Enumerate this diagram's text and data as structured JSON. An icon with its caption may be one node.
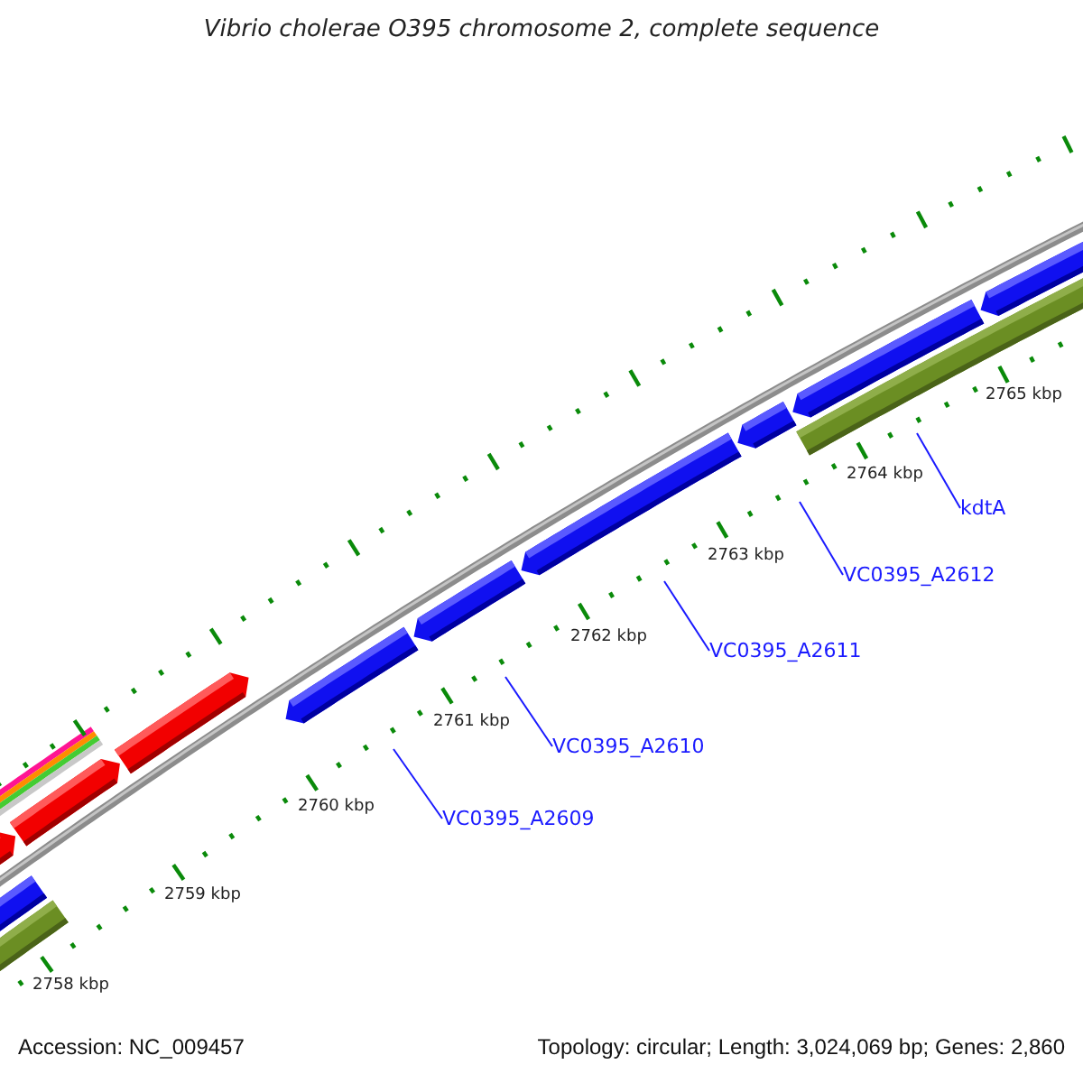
{
  "diagram": {
    "title": "Vibrio cholerae O395 chromosome 2, complete sequence",
    "nodes": [
      {
        "text": [
          "VC0395_A2609"
        ]
      },
      {
        "text": [
          "VC0395_A2610"
        ]
      },
      {
        "text": [
          "VC0395_A2611"
        ]
      },
      {
        "text": [
          "VC0395_A2612"
        ]
      },
      {
        "text": [
          "kdtA"
        ]
      }
    ],
    "edges": [
      {
        "from": 0,
        "to": null,
        "arrow": "none"
      },
      {
        "from": 1,
        "to": null,
        "arrow": "none"
      },
      {
        "from": 2,
        "to": null,
        "arrow": "none"
      },
      {
        "from": 3,
        "to": null,
        "arrow": "none"
      },
      {
        "from": 4,
        "to": null,
        "arrow": "none"
      }
    ],
    "labels": [
      "2758 kbp",
      "2759 kbp",
      "2760 kbp",
      "2761 kbp",
      "2762 kbp",
      "2763 kbp",
      "2764 kbp",
      "2765 kbp",
      "Accession: NC_009457",
      "Topology: circular; Length: 3,024,069 bp; Genes: 2,860"
    ]
  }
}
